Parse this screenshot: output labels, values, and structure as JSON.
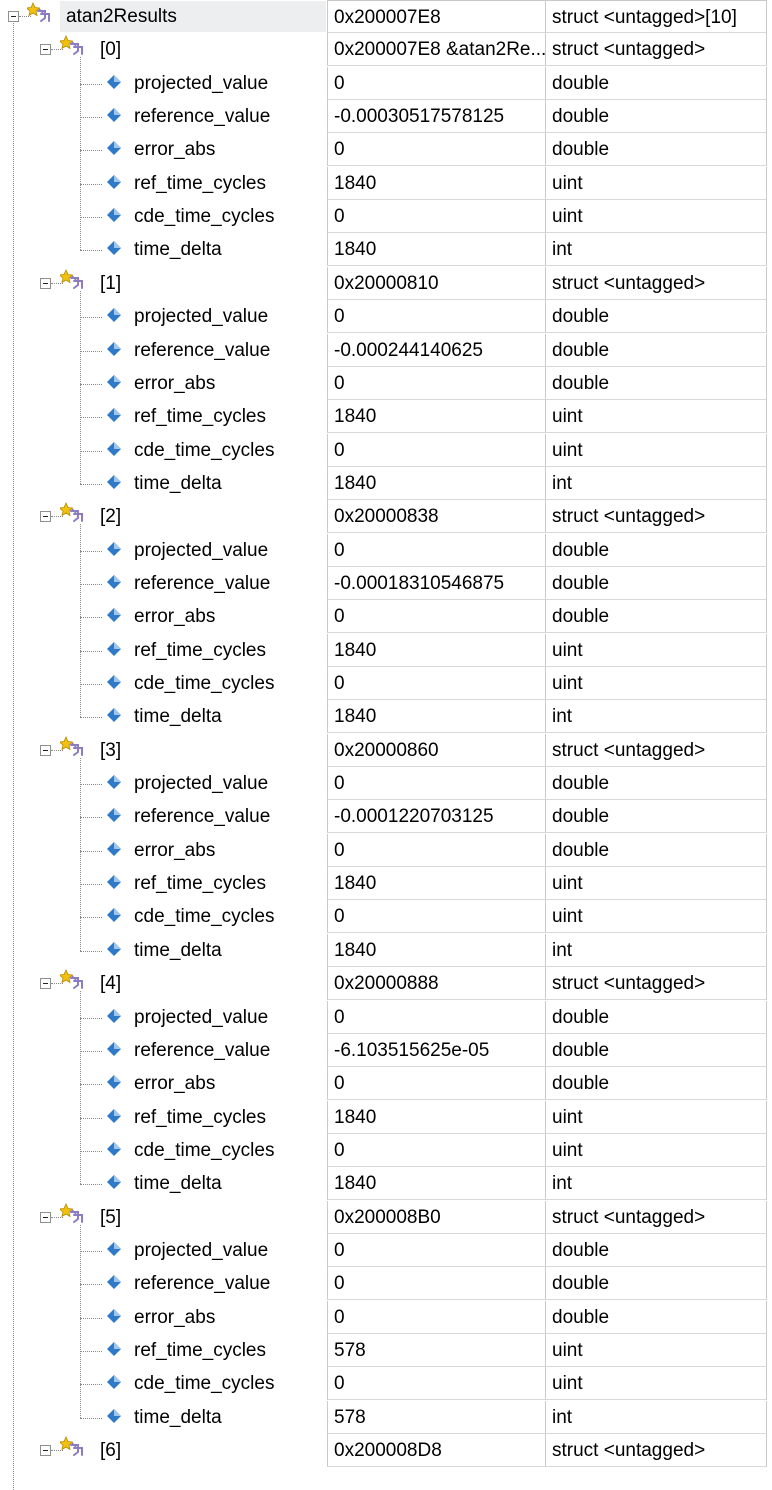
{
  "watch": {
    "root": {
      "name": "atan2Results",
      "value": "0x200007E8",
      "type": "struct <untagged>[10]"
    },
    "elements": [
      {
        "name": "[0]",
        "value": "0x200007E8 &atan2Re...",
        "type": "struct <untagged>",
        "fields": [
          {
            "name": "projected_value",
            "value": "0",
            "type": "double"
          },
          {
            "name": "reference_value",
            "value": "-0.00030517578125",
            "type": "double"
          },
          {
            "name": "error_abs",
            "value": "0",
            "type": "double"
          },
          {
            "name": "ref_time_cycles",
            "value": "1840",
            "type": "uint"
          },
          {
            "name": "cde_time_cycles",
            "value": "0",
            "type": "uint"
          },
          {
            "name": "time_delta",
            "value": "1840",
            "type": "int"
          }
        ]
      },
      {
        "name": "[1]",
        "value": "0x20000810",
        "type": "struct <untagged>",
        "fields": [
          {
            "name": "projected_value",
            "value": "0",
            "type": "double"
          },
          {
            "name": "reference_value",
            "value": "-0.000244140625",
            "type": "double"
          },
          {
            "name": "error_abs",
            "value": "0",
            "type": "double"
          },
          {
            "name": "ref_time_cycles",
            "value": "1840",
            "type": "uint"
          },
          {
            "name": "cde_time_cycles",
            "value": "0",
            "type": "uint"
          },
          {
            "name": "time_delta",
            "value": "1840",
            "type": "int"
          }
        ]
      },
      {
        "name": "[2]",
        "value": "0x20000838",
        "type": "struct <untagged>",
        "fields": [
          {
            "name": "projected_value",
            "value": "0",
            "type": "double"
          },
          {
            "name": "reference_value",
            "value": "-0.00018310546875",
            "type": "double"
          },
          {
            "name": "error_abs",
            "value": "0",
            "type": "double"
          },
          {
            "name": "ref_time_cycles",
            "value": "1840",
            "type": "uint"
          },
          {
            "name": "cde_time_cycles",
            "value": "0",
            "type": "uint"
          },
          {
            "name": "time_delta",
            "value": "1840",
            "type": "int"
          }
        ]
      },
      {
        "name": "[3]",
        "value": "0x20000860",
        "type": "struct <untagged>",
        "fields": [
          {
            "name": "projected_value",
            "value": "0",
            "type": "double"
          },
          {
            "name": "reference_value",
            "value": "-0.0001220703125",
            "type": "double"
          },
          {
            "name": "error_abs",
            "value": "0",
            "type": "double"
          },
          {
            "name": "ref_time_cycles",
            "value": "1840",
            "type": "uint"
          },
          {
            "name": "cde_time_cycles",
            "value": "0",
            "type": "uint"
          },
          {
            "name": "time_delta",
            "value": "1840",
            "type": "int"
          }
        ]
      },
      {
        "name": "[4]",
        "value": "0x20000888",
        "type": "struct <untagged>",
        "fields": [
          {
            "name": "projected_value",
            "value": "0",
            "type": "double"
          },
          {
            "name": "reference_value",
            "value": "-6.103515625e-05",
            "type": "double"
          },
          {
            "name": "error_abs",
            "value": "0",
            "type": "double"
          },
          {
            "name": "ref_time_cycles",
            "value": "1840",
            "type": "uint"
          },
          {
            "name": "cde_time_cycles",
            "value": "0",
            "type": "uint"
          },
          {
            "name": "time_delta",
            "value": "1840",
            "type": "int"
          }
        ]
      },
      {
        "name": "[5]",
        "value": "0x200008B0",
        "type": "struct <untagged>",
        "fields": [
          {
            "name": "projected_value",
            "value": "0",
            "type": "double"
          },
          {
            "name": "reference_value",
            "value": "0",
            "type": "double"
          },
          {
            "name": "error_abs",
            "value": "0",
            "type": "double"
          },
          {
            "name": "ref_time_cycles",
            "value": "578",
            "type": "uint"
          },
          {
            "name": "cde_time_cycles",
            "value": "0",
            "type": "uint"
          },
          {
            "name": "time_delta",
            "value": "578",
            "type": "int"
          }
        ]
      },
      {
        "name": "[6]",
        "value": "0x200008D8",
        "type": "struct <untagged>",
        "fields": []
      }
    ]
  },
  "icons": {
    "toggle": "collapse-toggle-icon",
    "struct": "struct-variable-icon",
    "field": "field-variable-icon"
  },
  "colors": {
    "struct_star": "#f2c10d",
    "struct_star_edge": "#b88a00",
    "struct_links": "#8e7cc3",
    "field_diamond": "#2f79c9",
    "field_diamond_light": "#9ec5ee",
    "root_highlight": "#eceeef"
  }
}
